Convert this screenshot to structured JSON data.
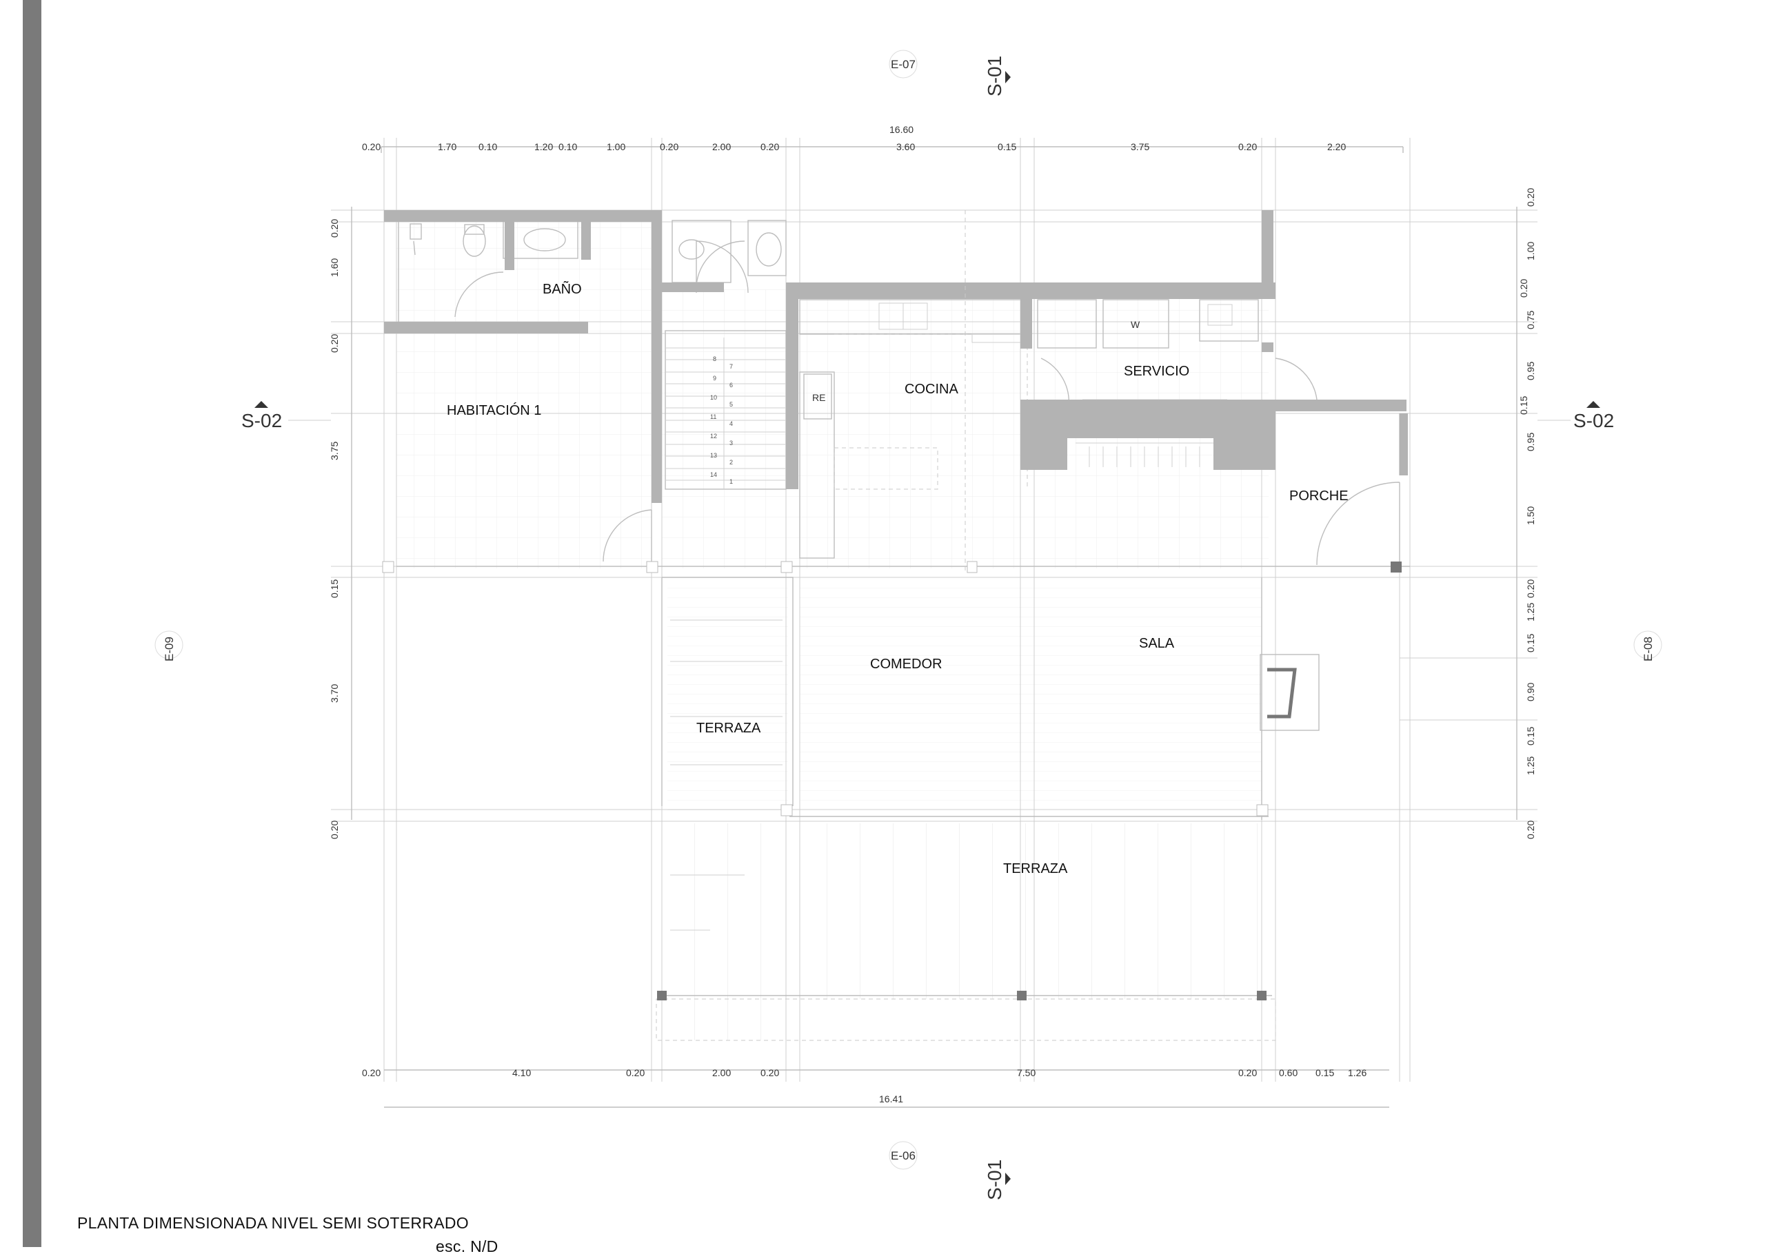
{
  "drawing": {
    "title": "PLANTA DIMENSIONADA NIVEL SEMI SOTERRADO",
    "scale": "esc. N/D"
  },
  "rooms": {
    "bano": "BAÑO",
    "habitacion": "HABITACIÓN 1",
    "cocina": "COCINA",
    "servicio": "SERVICIO",
    "porche": "PORCHE",
    "comedor": "COMEDOR",
    "sala": "SALA",
    "terraza_left": "TERRAZA",
    "terraza_bottom": "TERRAZA"
  },
  "fixtures": {
    "refrigerator": "RE",
    "washer": "W"
  },
  "elevations": {
    "north": "E-07",
    "south": "E-06",
    "west": "E-09",
    "east": "E-08"
  },
  "sections": {
    "s01_top": "S-01",
    "s01_bottom": "S-01",
    "s02_left": "S-02",
    "s02_right": "S-02"
  },
  "dimensions": {
    "top_total": "16.60",
    "top": [
      "0.20",
      "1.70",
      "0.10",
      "1.20",
      "0.10",
      "1.00",
      "0.20",
      "2.00",
      "0.20",
      "3.60",
      "0.15",
      "3.75",
      "0.20",
      "2.20"
    ],
    "bottom_total": "16.41",
    "bottom": [
      "0.20",
      "4.10",
      "0.20",
      "2.00",
      "0.20",
      "7.50",
      "0.20",
      "0.60",
      "0.15",
      "1.26"
    ],
    "left": [
      "0.20",
      "1.60",
      "0.20",
      "3.75",
      "0.15",
      "3.70",
      "0.20"
    ],
    "right": [
      "0.20",
      "1.00",
      "0.20",
      "0.75",
      "0.95",
      "0.15",
      "0.95",
      "1.50",
      "0.20",
      "1.25",
      "0.15",
      "0.90",
      "0.15",
      "1.25",
      "0.20"
    ]
  },
  "stair_steps": [
    "8",
    "7",
    "9",
    "6",
    "10",
    "5",
    "11",
    "4",
    "12",
    "3",
    "13",
    "2",
    "14",
    "1"
  ]
}
